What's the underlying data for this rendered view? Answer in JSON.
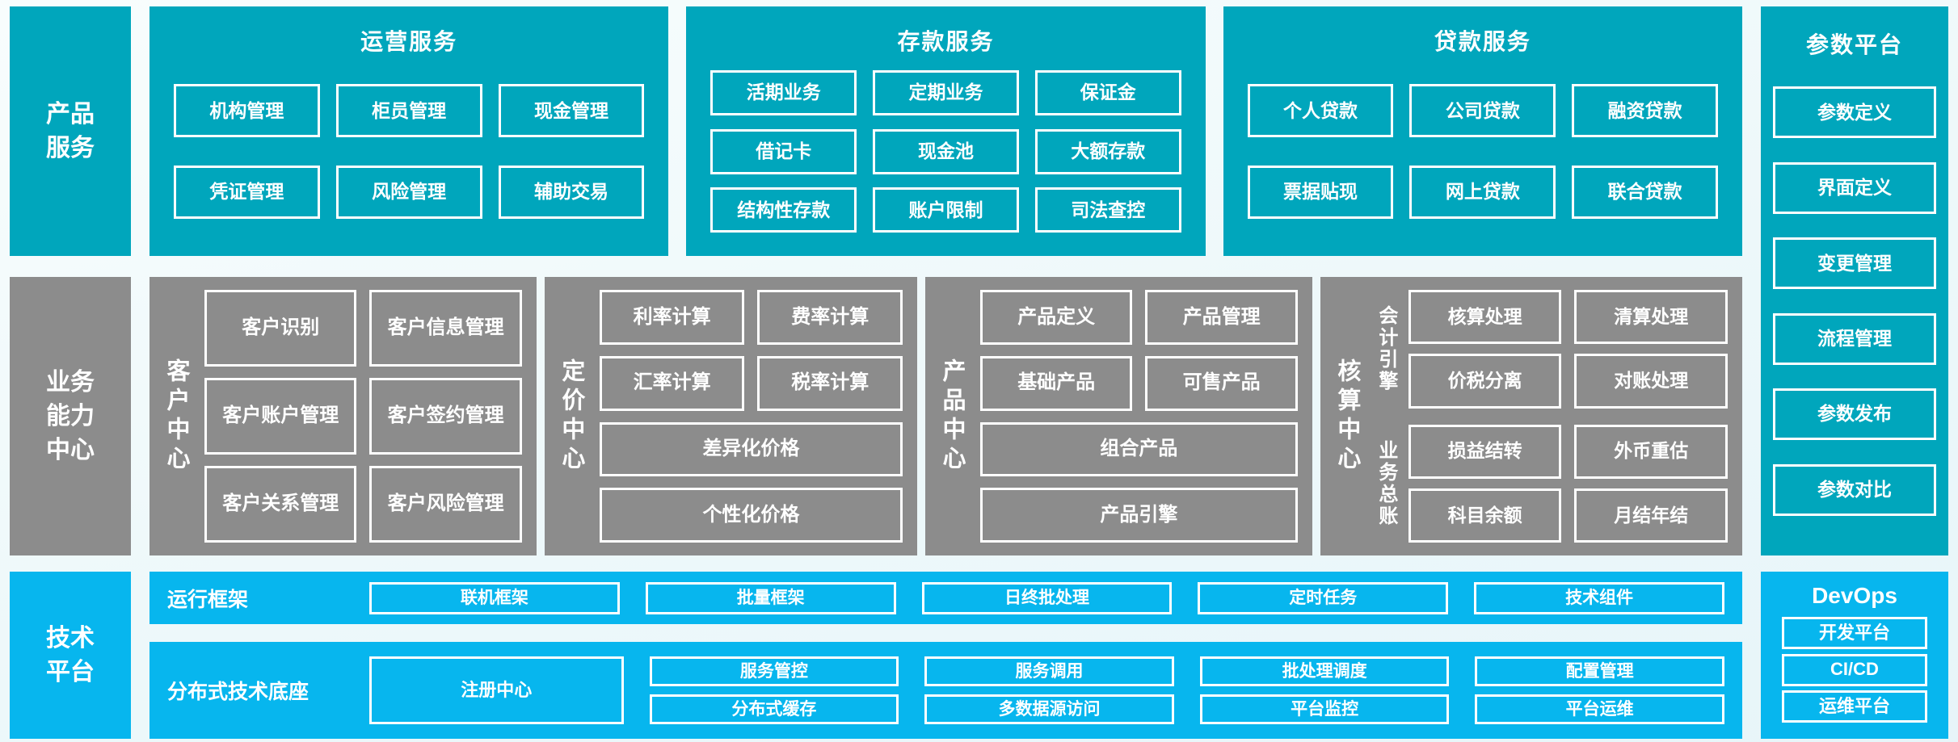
{
  "colors": {
    "teal": "#00a6bc",
    "gray": "#8c8c8c",
    "blue": "#07b6ee",
    "text": "#ffffff"
  },
  "sidebar": {
    "product_services": "产品\n服务",
    "business_capability": "业务\n能力\n中心",
    "tech_platform": "技术\n平台"
  },
  "product_row": {
    "operations": {
      "title": "运营服务",
      "buttons": [
        "机构管理",
        "柜员管理",
        "现金管理",
        "凭证管理",
        "风险管理",
        "辅助交易"
      ]
    },
    "deposit": {
      "title": "存款服务",
      "buttons": [
        "活期业务",
        "定期业务",
        "保证金",
        "借记卡",
        "现金池",
        "大额存款",
        "结构性存款",
        "账户限制",
        "司法查控"
      ]
    },
    "loan": {
      "title": "贷款服务",
      "buttons": [
        "个人贷款",
        "公司贷款",
        "融资贷款",
        "票据贴现",
        "网上贷款",
        "联合贷款"
      ]
    }
  },
  "param_platform": {
    "title": "参数平台",
    "buttons": [
      "参数定义",
      "界面定义",
      "变更管理",
      "流程管理",
      "参数发布",
      "参数对比"
    ]
  },
  "capability_row": {
    "customer": {
      "label": "客户中心",
      "buttons": [
        "客户识别",
        "客户信息管理",
        "客户账户管理",
        "客户签约管理",
        "客户关系管理",
        "客户风险管理"
      ]
    },
    "pricing": {
      "label": "定价中心",
      "buttons": [
        "利率计算",
        "费率计算",
        "汇率计算",
        "税率计算"
      ],
      "wide_buttons": [
        "差异化价格",
        "个性化价格"
      ]
    },
    "product": {
      "label": "产品中心",
      "buttons": [
        "产品定义",
        "产品管理",
        "基础产品",
        "可售产品"
      ],
      "wide_buttons": [
        "组合产品",
        "产品引擎"
      ]
    },
    "accounting": {
      "label": "核算中心",
      "groups": [
        {
          "label": "会计引擎",
          "buttons": [
            "核算处理",
            "清算处理",
            "价税分离",
            "对账处理"
          ]
        },
        {
          "label": "业务总账",
          "buttons": [
            "损益结转",
            "外币重估",
            "科目余额",
            "月结年结"
          ]
        }
      ]
    }
  },
  "tech_row": {
    "runtime": {
      "label": "运行框架",
      "buttons": [
        "联机框架",
        "批量框架",
        "日终批处理",
        "定时任务",
        "技术组件"
      ]
    },
    "distributed": {
      "label": "分布式技术底座",
      "register_button": "注册中心",
      "columns": [
        {
          "top": "服务管控",
          "bottom": "分布式缓存"
        },
        {
          "top": "服务调用",
          "bottom": "多数据源访问"
        },
        {
          "top": "批处理调度",
          "bottom": "平台监控"
        },
        {
          "top": "配置管理",
          "bottom": "平台运维"
        }
      ]
    },
    "devops": {
      "title": "DevOps",
      "buttons": [
        "开发平台",
        "CI/CD",
        "运维平台"
      ]
    }
  }
}
